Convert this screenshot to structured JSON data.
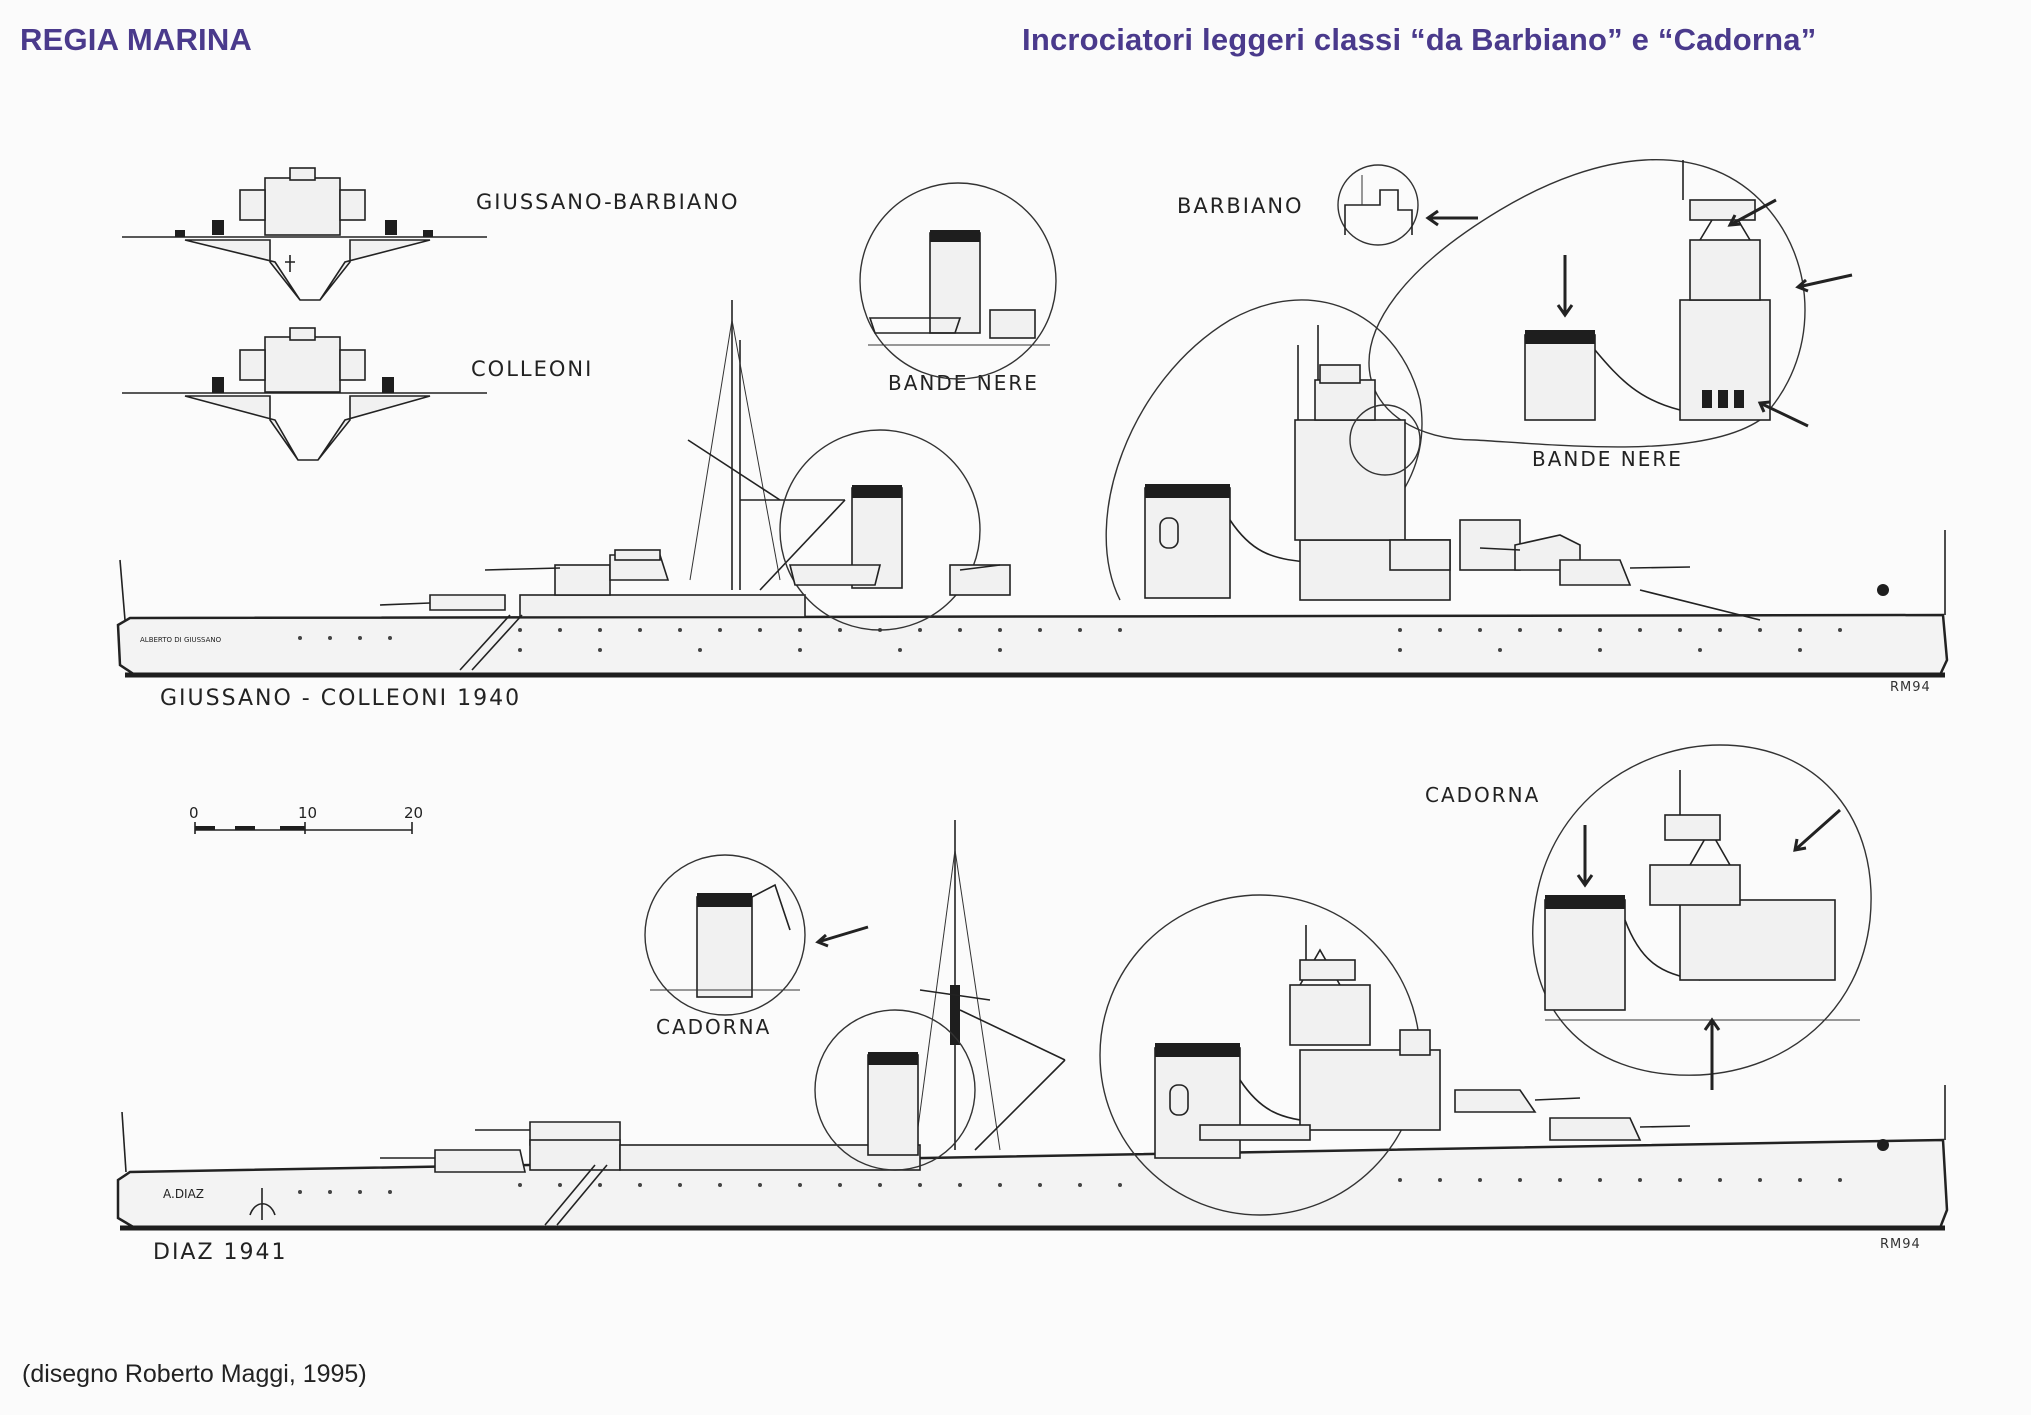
{
  "header": {
    "brand": "REGIA MARINA",
    "title": "Incrociatori leggeri classi “da Barbiano” e “Cadorna”"
  },
  "labels": {
    "section_giussano_barbiano": "GIUSSANO-BARBIANO",
    "section_colleoni": "COLLEONI",
    "detail_bande_nere_funnel": "BANDE NERE",
    "detail_barbiano": "BARBIANO",
    "detail_bande_nere_bridge": "BANDE NERE",
    "ship1_caption": "GIUSSANO - COLLEONI  1940",
    "ship1_signature": "RM94",
    "detail_cadorna_bridge": "CADORNA",
    "detail_cadorna_funnel": "CADORNA",
    "ship2_caption": "DIAZ  1941",
    "ship2_signature": "RM94",
    "hull_name_1": "ALBERTO DI GIUSSANO",
    "hull_name_2": "A.DIAZ"
  },
  "scale": {
    "ticks": [
      "0",
      "10",
      "20"
    ]
  },
  "credit": "(disegno Roberto Maggi, 1995)",
  "colors": {
    "header_text": "#4a3a8c",
    "line_art": "#222222",
    "paper": "#fbfbfb"
  }
}
